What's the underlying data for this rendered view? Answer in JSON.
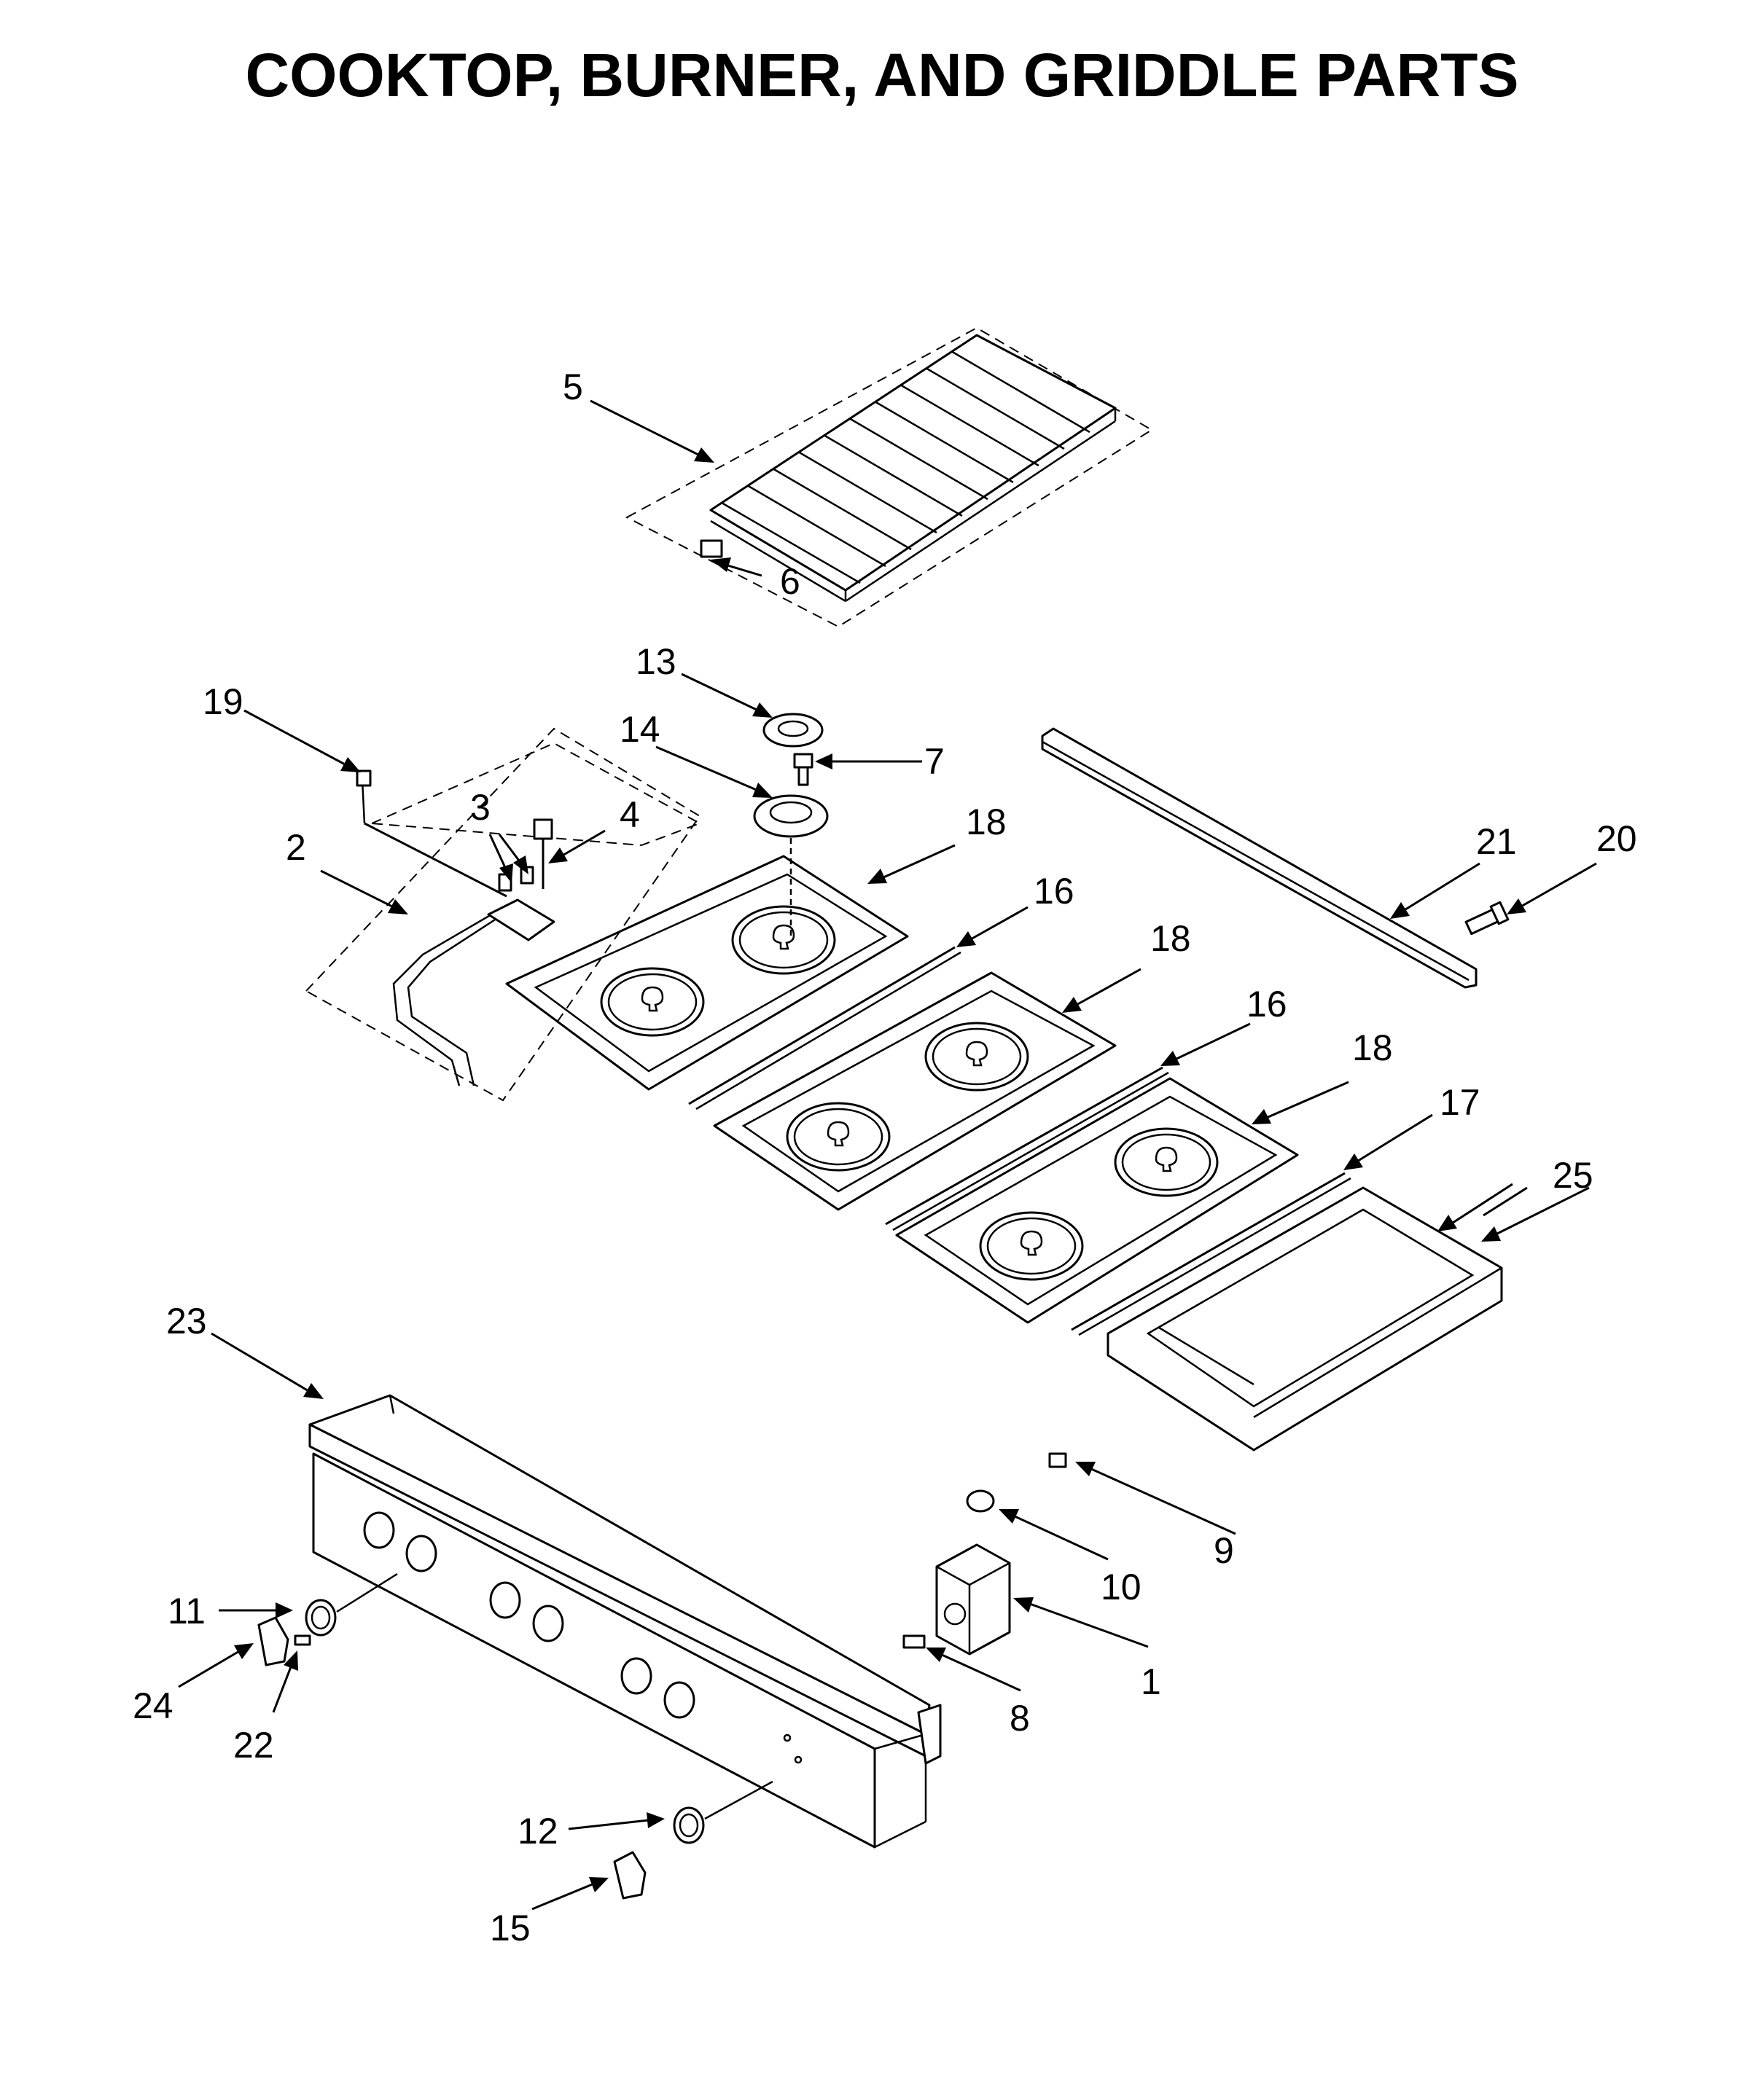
{
  "title": "COOKTOP, BURNER, AND GRIDDLE PARTS",
  "callouts": {
    "c1": "1",
    "c2": "2",
    "c3": "3",
    "c4": "4",
    "c5": "5",
    "c6": "6",
    "c7": "7",
    "c8": "8",
    "c9": "9",
    "c10": "10",
    "c11": "11",
    "c12": "12",
    "c13": "13",
    "c14": "14",
    "c15": "15",
    "c16a": "16",
    "c16b": "16",
    "c17": "17",
    "c18a": "18",
    "c18b": "18",
    "c18c": "18",
    "c19": "19",
    "c20": "20",
    "c21": "21",
    "c22": "22",
    "c23": "23",
    "c24": "24",
    "c25": "25"
  }
}
